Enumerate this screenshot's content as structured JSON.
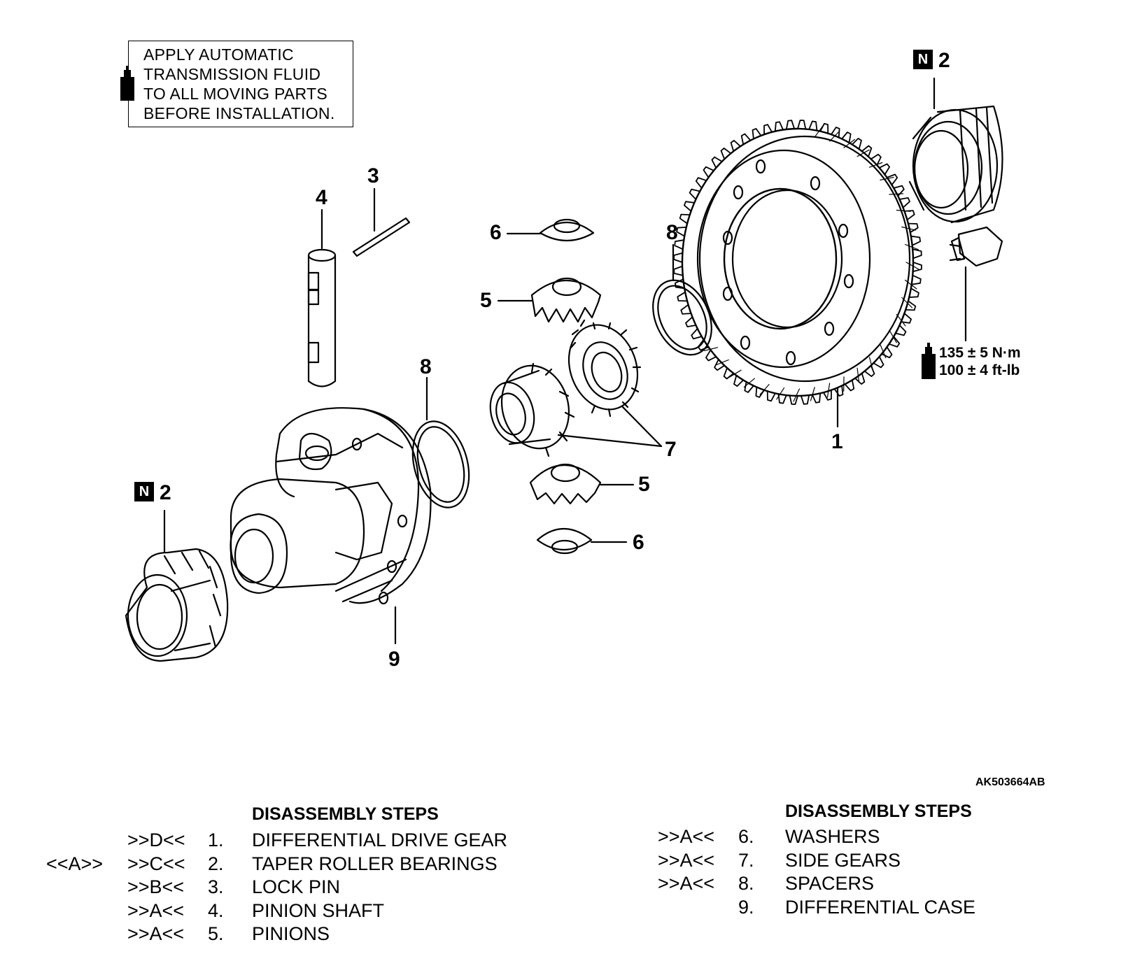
{
  "note": {
    "lines": [
      "APPLY AUTOMATIC",
      "TRANSMISSION FLUID",
      "TO ALL MOVING PARTS",
      "BEFORE INSTALLATION."
    ],
    "icon": "oil-bottle-icon"
  },
  "callouts": {
    "part_1": "1",
    "part_2_right": "2",
    "part_2_left": "2",
    "part_3": "3",
    "part_4": "4",
    "part_5_upper": "5",
    "part_5_lower": "5",
    "part_6_upper": "6",
    "part_6_lower": "6",
    "part_7": "7",
    "part_8_right": "8",
    "part_8_left": "8",
    "part_9": "9",
    "new_part_badge": "N"
  },
  "torque": {
    "metric": "135 ± 5 N·m",
    "imperial": "100 ± 4 ft-lb",
    "icon": "oil-bottle-icon"
  },
  "figure_code": "AK503664AB",
  "steps_left": {
    "title": "DISASSEMBLY STEPS",
    "rows": [
      {
        "install": "",
        "removal": ">>D<<",
        "num": "1.",
        "name": "DIFFERENTIAL DRIVE GEAR"
      },
      {
        "install": "<<A>>",
        "removal": ">>C<<",
        "num": "2.",
        "name": "TAPER ROLLER BEARINGS"
      },
      {
        "install": "",
        "removal": ">>B<<",
        "num": "3.",
        "name": "LOCK PIN"
      },
      {
        "install": "",
        "removal": ">>A<<",
        "num": "4.",
        "name": "PINION SHAFT"
      },
      {
        "install": "",
        "removal": ">>A<<",
        "num": "5.",
        "name": "PINIONS"
      }
    ]
  },
  "steps_right": {
    "title": "DISASSEMBLY STEPS",
    "rows": [
      {
        "removal": ">>A<<",
        "num": "6.",
        "name": "WASHERS"
      },
      {
        "removal": ">>A<<",
        "num": "7.",
        "name": "SIDE GEARS"
      },
      {
        "removal": ">>A<<",
        "num": "8.",
        "name": "SPACERS"
      },
      {
        "removal": "",
        "num": "9.",
        "name": "DIFFERENTIAL CASE"
      }
    ]
  }
}
